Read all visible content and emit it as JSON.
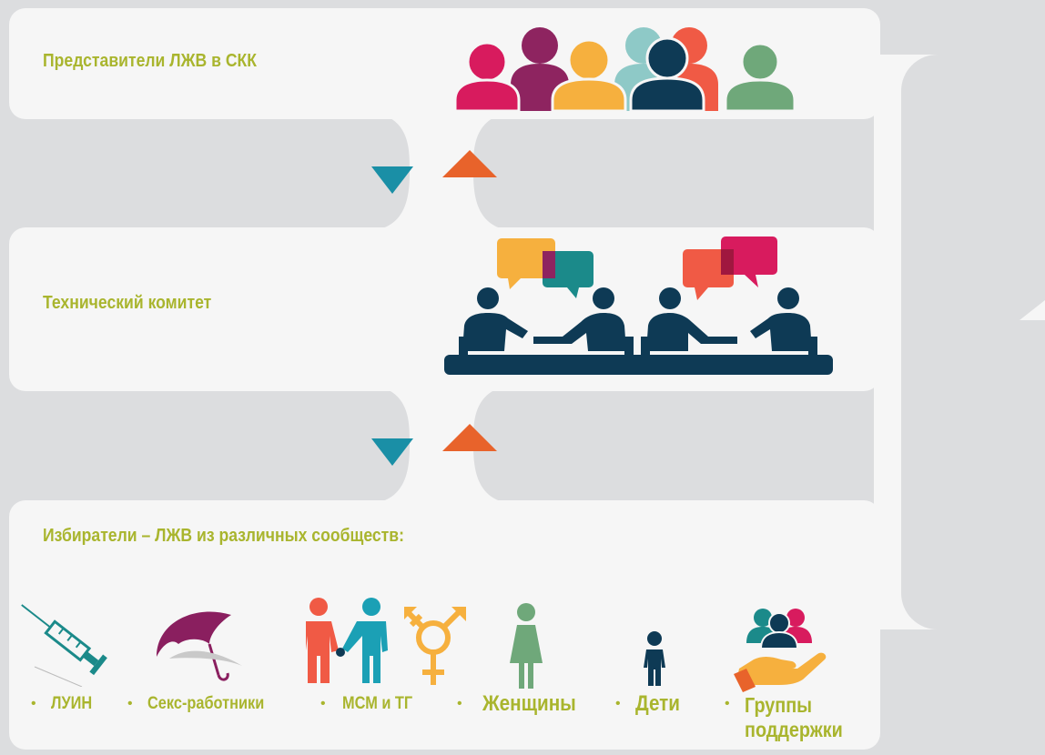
{
  "levels": [
    {
      "title": "Представители ЛЖВ в СКК",
      "icon": "group-of-people-icon"
    },
    {
      "title": "Технический комитет",
      "icon": "committee-meeting-icon"
    },
    {
      "title": "Избиратели – ЛЖВ из различных сообществ:",
      "icon": "communities-icon"
    }
  ],
  "communities": [
    {
      "label": "ЛУИН",
      "icon": "syringe-icon"
    },
    {
      "label": "Секс-работники",
      "icon": "umbrella-icon"
    },
    {
      "label": "МСМ и ТГ",
      "icon": "msm-tg-icon"
    },
    {
      "label": "Женщины",
      "icon": "woman-icon"
    },
    {
      "label": "Дети",
      "icon": "child-icon"
    },
    {
      "label": "Группы поддержки",
      "line1": "Группы",
      "line2": "поддержки",
      "icon": "support-group-hand-icon"
    }
  ],
  "colors": {
    "background": "#dcdddf",
    "panel": "#f6f6f6",
    "title": "#a9b52e",
    "arrow_down": "#1a8fa6",
    "arrow_up": "#e8632b",
    "navy": "#0e3a55",
    "crimson": "#d81b5e",
    "purple": "#8e2460",
    "amber": "#f6b03e",
    "teal": "#1b8a8a",
    "light_teal": "#8ec9c7",
    "coral": "#f05a45",
    "green": "#6fa87a",
    "umbrella": "#8a1f5f",
    "woman": "#6fa87a"
  }
}
